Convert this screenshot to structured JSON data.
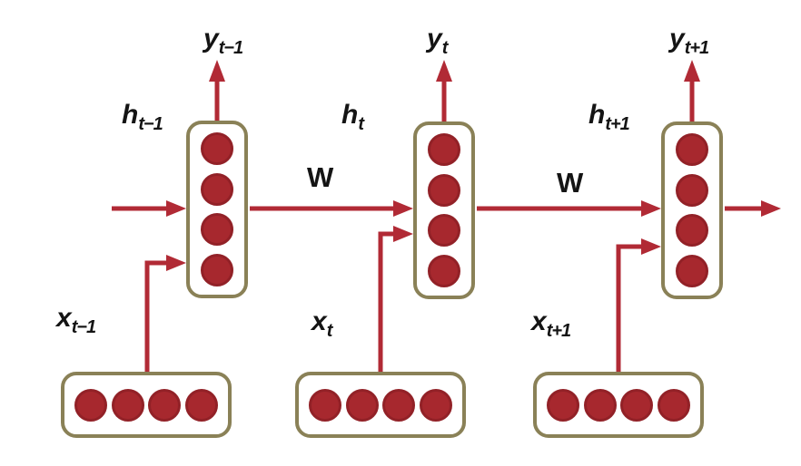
{
  "colors": {
    "arrow": "#b12a35",
    "node_fill": "#a7282e",
    "node_stroke": "#922127",
    "box_border": "#8a8157",
    "text": "#141414",
    "background": "#ffffff"
  },
  "network": {
    "hidden_unit_count": 4,
    "input_unit_count": 4
  },
  "labels": {
    "output_prev": {
      "main": "y",
      "sub": "t−1"
    },
    "output_cur": {
      "main": "y",
      "sub": "t"
    },
    "output_next": {
      "main": "y",
      "sub": "t+1"
    },
    "hidden_prev": {
      "main": "h",
      "sub": "t−1"
    },
    "hidden_cur": {
      "main": "h",
      "sub": "t"
    },
    "hidden_next": {
      "main": "h",
      "sub": "t+1"
    },
    "input_prev": {
      "main": "x",
      "sub": "t−1"
    },
    "input_cur": {
      "main": "x",
      "sub": "t"
    },
    "input_next": {
      "main": "x",
      "sub": "t+1"
    },
    "weight_1": "W",
    "weight_2": "W"
  }
}
